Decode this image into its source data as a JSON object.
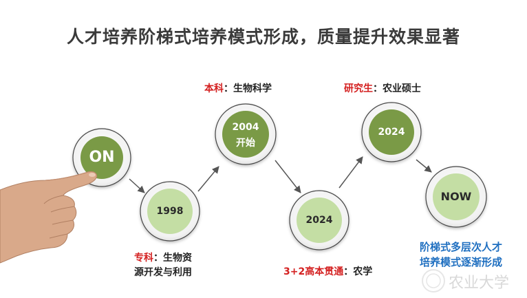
{
  "title": "人才培养阶梯式培养模式形成，质量提升效果显著",
  "nodes": [
    {
      "id": "on",
      "text": "ON"
    },
    {
      "id": "1998",
      "text": "1998"
    },
    {
      "id": "2004",
      "line1": "2004",
      "line2": "开始"
    },
    {
      "id": "2024a",
      "text": "2024"
    },
    {
      "id": "2024b",
      "text": "2024"
    },
    {
      "id": "now",
      "text": "NOW"
    }
  ],
  "labels": {
    "bachelor_prefix": "本科",
    "bachelor_suffix": "：生物科学",
    "grad_prefix": "研究生",
    "grad_suffix": "：农业硕士",
    "college_prefix": "专科",
    "college_suffix": "：生物资",
    "college_line2": "源开发与利用",
    "program_prefix": "3+2高本贯通",
    "program_suffix": "：农学"
  },
  "summary": {
    "line1": "阶梯式多层次人才",
    "line2": "培养模式逐渐形成"
  },
  "colors": {
    "dark_green": "#7a9a46",
    "light_green": "#c4dea4",
    "red": "#d42020",
    "blue": "#1f6fc0"
  },
  "watermark": "农业大学"
}
